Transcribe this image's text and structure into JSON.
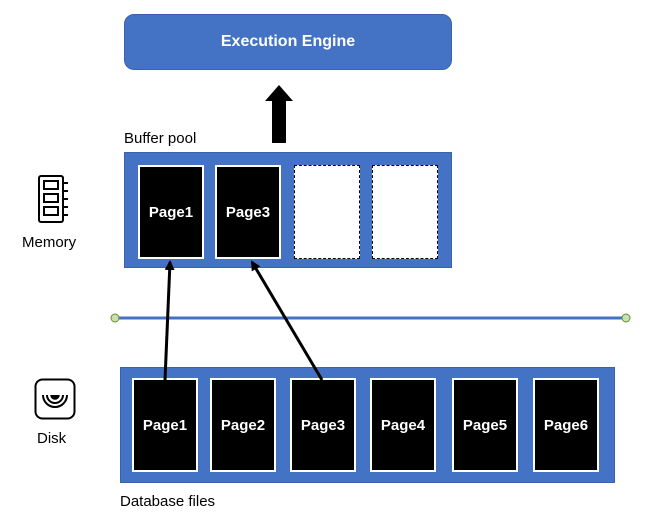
{
  "engine": {
    "label": "Execution Engine"
  },
  "buffer_pool": {
    "label": "Buffer pool",
    "pages": [
      {
        "label": "Page1"
      },
      {
        "label": "Page3"
      },
      {
        "label": ""
      },
      {
        "label": ""
      }
    ]
  },
  "memory": {
    "label": "Memory",
    "icon": "memory-chip-icon"
  },
  "disk": {
    "label": "Disk",
    "icon": "disk-icon",
    "files_label": "Database files",
    "pages": [
      {
        "label": "Page1"
      },
      {
        "label": "Page2"
      },
      {
        "label": "Page3"
      },
      {
        "label": "Page4"
      },
      {
        "label": "Page5"
      },
      {
        "label": "Page6"
      }
    ]
  },
  "colors": {
    "box_fill": "#4472C4",
    "page_fill": "#000000",
    "divider": "#4472C4",
    "divider_endpoint": "#C5E0B4"
  }
}
